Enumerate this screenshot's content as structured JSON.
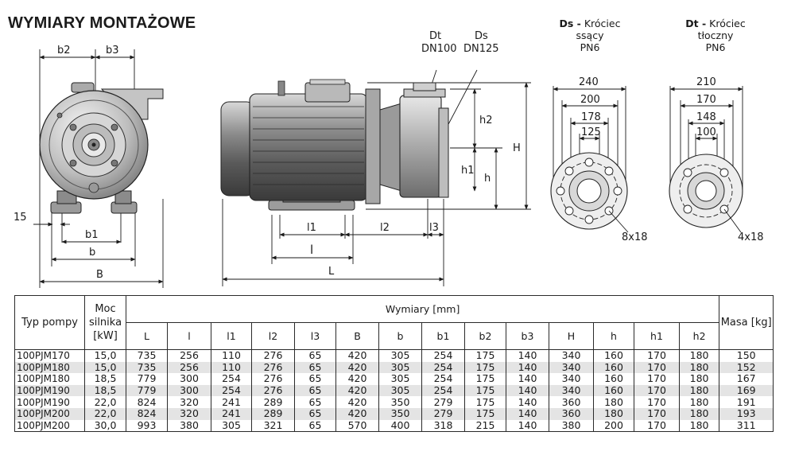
{
  "title": "WYMIARY MONTAŻOWE",
  "drawing": {
    "front_labels": {
      "b2": "b2",
      "b3": "b3",
      "b1": "b1",
      "b": "b",
      "B": "B",
      "d15": "15"
    },
    "side_labels": {
      "Dt": "Dt",
      "DN100": "DN100",
      "Ds": "Ds",
      "DN125": "DN125",
      "h2": "h2",
      "h1": "h1",
      "h": "h",
      "H": "H",
      "l1": "l1",
      "l2": "l2",
      "l3": "l3",
      "l": "l",
      "L": "L"
    },
    "flange_suction": {
      "line1_bold": "Ds -",
      "line1_rest": " Króciec",
      "line2": "ssący",
      "line3": "PN6",
      "d_outer": "240",
      "d_bolt": "200",
      "d_raised": "178",
      "d_bore": "125",
      "holes": "8x18"
    },
    "flange_discharge": {
      "line1_bold": "Dt -",
      "line1_rest": " Króciec",
      "line2": "tłoczny",
      "line3": "PN6",
      "d_outer": "210",
      "d_bolt": "170",
      "d_raised": "148",
      "d_bore": "100",
      "holes": "4x18"
    }
  },
  "table": {
    "h_typ": "Typ pompy",
    "h_moc": "Moc silnika [kW]",
    "h_wym": "Wymiary [mm]",
    "h_masa": "Masa [kg]",
    "cols": [
      "L",
      "l",
      "l1",
      "l2",
      "l3",
      "B",
      "b",
      "b1",
      "b2",
      "b3",
      "H",
      "h",
      "h1",
      "h2"
    ],
    "rows": [
      [
        "100PJM170",
        "15,0",
        "735",
        "256",
        "110",
        "276",
        "65",
        "420",
        "305",
        "254",
        "175",
        "140",
        "340",
        "160",
        "170",
        "180",
        "150"
      ],
      [
        "100PJM180",
        "15,0",
        "735",
        "256",
        "110",
        "276",
        "65",
        "420",
        "305",
        "254",
        "175",
        "140",
        "340",
        "160",
        "170",
        "180",
        "152"
      ],
      [
        "100PJM180",
        "18,5",
        "779",
        "300",
        "254",
        "276",
        "65",
        "420",
        "305",
        "254",
        "175",
        "140",
        "340",
        "160",
        "170",
        "180",
        "167"
      ],
      [
        "100PJM190",
        "18,5",
        "779",
        "300",
        "254",
        "276",
        "65",
        "420",
        "305",
        "254",
        "175",
        "140",
        "340",
        "160",
        "170",
        "180",
        "169"
      ],
      [
        "100PJM190",
        "22,0",
        "824",
        "320",
        "241",
        "289",
        "65",
        "420",
        "350",
        "279",
        "175",
        "140",
        "360",
        "180",
        "170",
        "180",
        "191"
      ],
      [
        "100PJM200",
        "22,0",
        "824",
        "320",
        "241",
        "289",
        "65",
        "420",
        "350",
        "279",
        "175",
        "140",
        "360",
        "180",
        "170",
        "180",
        "193"
      ],
      [
        "100PJM200",
        "30,0",
        "993",
        "380",
        "305",
        "321",
        "65",
        "570",
        "400",
        "318",
        "215",
        "140",
        "380",
        "200",
        "170",
        "180",
        "311"
      ]
    ]
  }
}
